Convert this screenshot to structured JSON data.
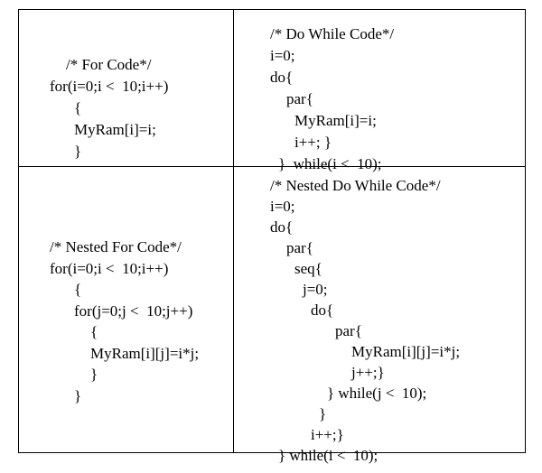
{
  "cells": {
    "for_code": {
      "lines": [
        {
          "indent": 2,
          "text": "/* For Code*/"
        },
        {
          "indent": 0,
          "text": "for(i=0;i <  10;i++)"
        },
        {
          "indent": 3,
          "text": "{"
        },
        {
          "indent": 3,
          "text": "MyRam[i]=i;"
        },
        {
          "indent": 3,
          "text": "}"
        }
      ]
    },
    "do_while_code": {
      "lines": [
        {
          "indent": 0,
          "text": "/* Do While Code*/"
        },
        {
          "indent": 0,
          "text": "i=0;"
        },
        {
          "indent": 0,
          "text": "do{"
        },
        {
          "indent": 2,
          "text": "par{"
        },
        {
          "indent": 3,
          "text": "MyRam[i]=i;"
        },
        {
          "indent": 3,
          "text": "i++; }"
        },
        {
          "indent": 1,
          "text": "}  while(i <  10);"
        }
      ]
    },
    "nested_for_code": {
      "lines": [
        {
          "indent": 0,
          "text": "/* Nested For Code*/"
        },
        {
          "indent": 0,
          "text": "for(i=0;i <  10;i++)"
        },
        {
          "indent": 3,
          "text": "{"
        },
        {
          "indent": 3,
          "text": "for(j=0;j <  10;j++)"
        },
        {
          "indent": 5,
          "text": "{"
        },
        {
          "indent": 5,
          "text": "MyRam[i][j]=i*j;"
        },
        {
          "indent": 5,
          "text": "}"
        },
        {
          "indent": 3,
          "text": "}"
        }
      ]
    },
    "nested_do_while_code": {
      "lines": [
        {
          "indent": 0,
          "text": "/* Nested Do While Code*/"
        },
        {
          "indent": 0,
          "text": "i=0;"
        },
        {
          "indent": 0,
          "text": "do{"
        },
        {
          "indent": 2,
          "text": "par{"
        },
        {
          "indent": 3,
          "text": "seq{"
        },
        {
          "indent": 4,
          "text": "j=0;"
        },
        {
          "indent": 5,
          "text": "do{"
        },
        {
          "indent": 8,
          "text": "par{"
        },
        {
          "indent": 10,
          "text": "MyRam[i][j]=i*j;"
        },
        {
          "indent": 10,
          "text": "j++;}"
        },
        {
          "indent": 7,
          "text": "} while(j <  10);"
        },
        {
          "indent": 6,
          "text": "}"
        },
        {
          "indent": 5,
          "text": "i++;}"
        },
        {
          "indent": 1,
          "text": "} while(i <  10);"
        }
      ]
    }
  }
}
